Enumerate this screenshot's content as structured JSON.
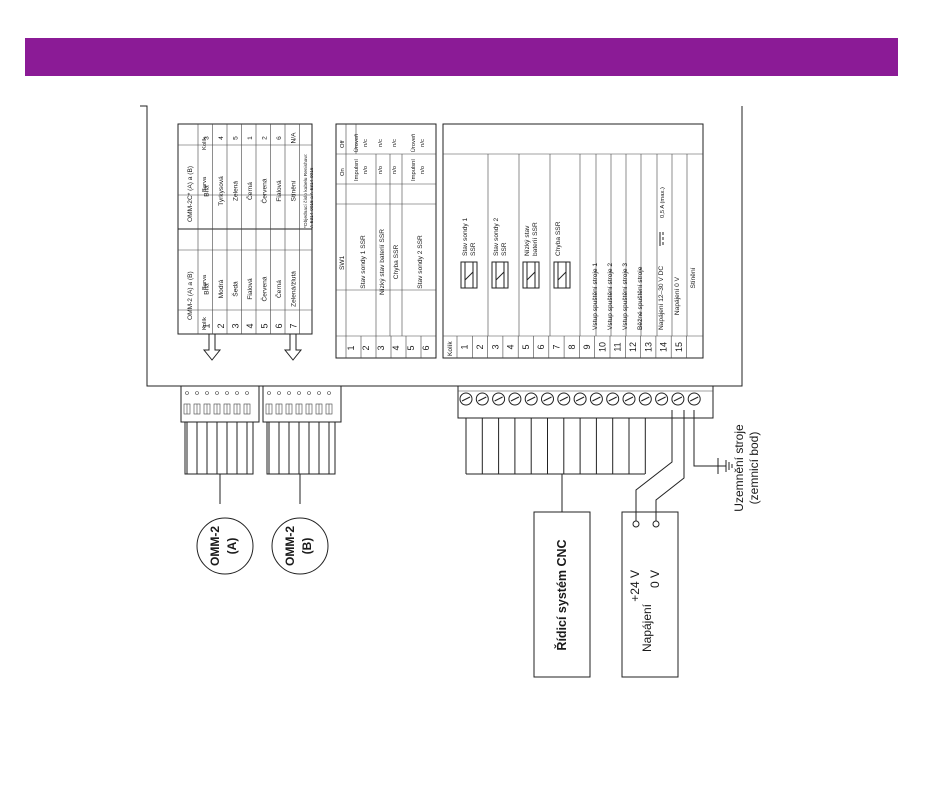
{
  "colors": {
    "banner": "#8b1b96",
    "line": "#222222"
  },
  "omm2_table": {
    "title": "OMM-2 (A) a (B)",
    "head_pin": "Kolík",
    "head_color": "Barva",
    "rows": [
      {
        "pin": "1",
        "color": "Bílá"
      },
      {
        "pin": "2",
        "color": "Modrá"
      },
      {
        "pin": "3",
        "color": "Šedá"
      },
      {
        "pin": "4",
        "color": "Fialová"
      },
      {
        "pin": "5",
        "color": "Červená"
      },
      {
        "pin": "6",
        "color": "Černá"
      },
      {
        "pin": "7",
        "color": "Zelená/žlutá"
      }
    ]
  },
  "omm2c_table": {
    "title": "OMM-2C* (A) a (B)",
    "head_color": "Barva",
    "head_pin": "Kolík",
    "rows": [
      {
        "color": "Bílá",
        "pin": "3"
      },
      {
        "color": "Tyrkysová",
        "pin": "4"
      },
      {
        "color": "Zelená",
        "pin": "5"
      },
      {
        "color": "Černá",
        "pin": "1"
      },
      {
        "color": "Červená",
        "pin": "2"
      },
      {
        "color": "Fialová",
        "pin": "6"
      },
      {
        "color": "Stínění",
        "pin": "N/A"
      }
    ],
    "note_1": "*Objednací číslo kabelu Renishaw:",
    "note_2": "A-5314-0015 a A-5314-0016"
  },
  "sw1_table": {
    "title": "SW1",
    "head_on": "On",
    "head_off": "Off",
    "rows": [
      {
        "label": "Stav sondy 1 SSR",
        "pins": [
          "1",
          "2"
        ],
        "on": "Impulsní",
        "off": "Úroveň",
        "on_sub": "n/o",
        "off_sub": "n/c"
      },
      {
        "label": "Nízký stav baterií SSR",
        "pins": [
          "3"
        ],
        "on": "n/o",
        "off": "n/c"
      },
      {
        "label": "Chyba SSR",
        "pins": [
          "4"
        ],
        "on": "n/o",
        "off": "n/c"
      },
      {
        "label": "Stav sondy 2 SSR",
        "pins": [
          "5",
          "6"
        ],
        "on": "Impulsní",
        "off": "Úroveň",
        "on_sub": "n/o",
        "off_sub": "n/c"
      }
    ]
  },
  "pin_table": {
    "head": "Kolík",
    "pins": [
      "1",
      "2",
      "3",
      "4",
      "5",
      "6",
      "7",
      "8",
      "9",
      "10",
      "11",
      "12",
      "13",
      "14",
      "15"
    ],
    "ssr_labels": [
      {
        "l1": "Stav sondy 1",
        "l2": "SSR"
      },
      {
        "l1": "Stav sondy 2",
        "l2": "SSR"
      },
      {
        "l1": "Nízký stav",
        "l2": "baterií SSR"
      },
      {
        "l1": "Chyba SSR",
        "l2": ""
      }
    ],
    "functions": [
      "Vstup spuštění stroje 1",
      "Vstup spuštění stroje 2",
      "Vstup spuštění stroje 3",
      "Běžné spuštění stroje",
      "Napájení 12–30 V DC",
      "Napájení 0 V",
      "Stínění"
    ],
    "current_note": "0,5 A (max.)"
  },
  "omm_a": {
    "line1": "OMM-2",
    "line2": "(A)"
  },
  "omm_b": {
    "line1": "OMM-2",
    "line2": "(B)"
  },
  "cnc_label": "Řídicí systém CNC",
  "supply": {
    "label": "Napájení",
    "plus": "+24 V",
    "zero": "0 V"
  },
  "ground": {
    "line1": "Uzemnění stroje",
    "line2": "(zemnicí bod)"
  }
}
